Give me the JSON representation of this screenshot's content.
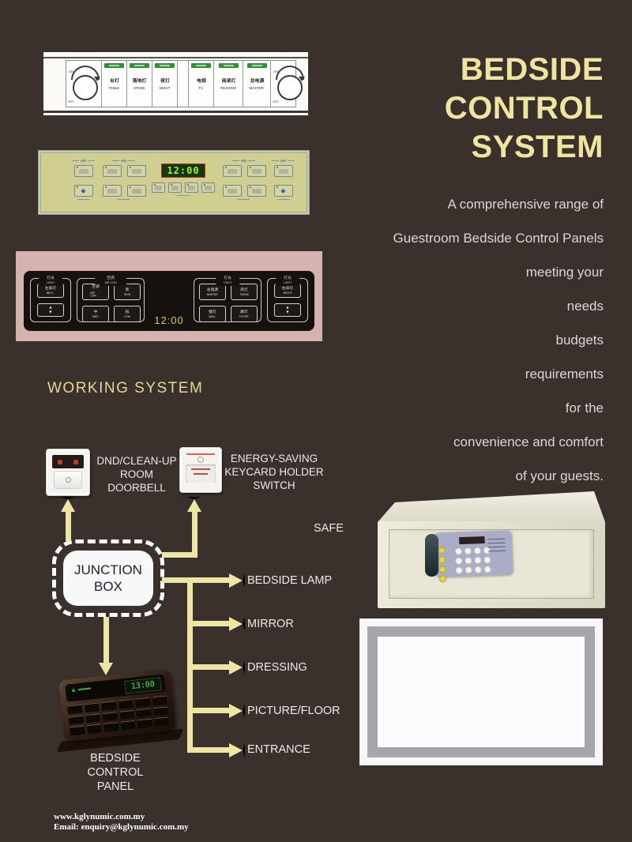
{
  "colors": {
    "background": "#3a302c",
    "title_accent": "#efe5a0",
    "arrow": "#ece5a3",
    "panel2_bg": "#d1cf90",
    "panel3_backdrop": "#d4b2ae",
    "clock_green": "#9ef23c",
    "clock_yellow": "#d9c852"
  },
  "title": {
    "line1": "BEDSIDE",
    "line2": "CONTROL",
    "line3": "SYSTEM"
  },
  "intro": {
    "line1": "A comprehensive range of",
    "line2": "Guestroom Bedside Control Panels",
    "line3": "meeting your",
    "line4": "needs",
    "line5": "budgets",
    "line6": "requirements",
    "line7": "for the",
    "line8": "convenience and comfort",
    "line9": "of your guests."
  },
  "working_system_heading": "WORKING SYSTEM",
  "panel_top": {
    "knob_on": "ON",
    "knob_off": "OFF",
    "switches": [
      {
        "cn": "台灯",
        "en": "TABLE"
      },
      {
        "cn": "落地灯",
        "en": "STAND"
      },
      {
        "cn": "夜灯",
        "en": "NIGHT"
      },
      {
        "cn": "电视",
        "en": "TV"
      },
      {
        "cn": "阅读灯",
        "en": "READING"
      },
      {
        "cn": "总电源",
        "en": "MASTER"
      }
    ]
  },
  "panel_mid": {
    "clock": "12:00"
  },
  "panel_dark": {
    "clock": "12:00",
    "group1": {
      "header_cn": "灯光",
      "header_en": "LIGHT",
      "button_cn": "左床灯",
      "button_en": "BED L"
    },
    "group2": {
      "header_cn": "空调",
      "header_en": "AIR-CON",
      "buttons": [
        {
          "cn": "空调",
          "en": "AIR CON"
        },
        {
          "cn": "高",
          "en": "HIGH"
        },
        {
          "cn": "中",
          "en": "MED"
        },
        {
          "cn": "低",
          "en": "LOW"
        }
      ]
    },
    "group3": {
      "header_cn": "灯光",
      "header_en": "LIGHT",
      "buttons": [
        {
          "cn": "总电源",
          "en": "MASTER"
        },
        {
          "cn": "房灯",
          "en": "ROOM"
        },
        {
          "cn": "壁灯",
          "en": "WALL"
        },
        {
          "cn": "廊灯",
          "en": "FOYER"
        }
      ]
    },
    "group4": {
      "header_cn": "灯光",
      "header_en": "LIGHT",
      "button_cn": "右床灯",
      "button_en": "BED R"
    }
  },
  "diagram": {
    "dnd": {
      "line1": "DND/CLEAN-UP",
      "line2": "ROOM",
      "line3": "DOORBELL"
    },
    "keycard": {
      "line1": "ENERGY-SAVING",
      "line2": "KEYCARD HOLDER",
      "line3": "SWITCH"
    },
    "safe_label": "SAFE",
    "junction": {
      "line1": "JUNCTION",
      "line2": "BOX"
    },
    "targets": [
      "BEDSIDE LAMP",
      "MIRROR",
      "DRESSING",
      "PICTURE/FLOOR",
      "ENTRANCE"
    ],
    "bedside_panel_label": {
      "line1": "BEDSIDE",
      "line2": "CONTROL",
      "line3": "PANEL"
    },
    "device_clock": "13:00"
  },
  "icons": {
    "up_triangle": "▲",
    "down_triangle": "▼",
    "diamond": "◆"
  },
  "footer": {
    "website": "www.kglynumic.com.my",
    "email": "Email: enquiry@kglynumic.com.my"
  }
}
